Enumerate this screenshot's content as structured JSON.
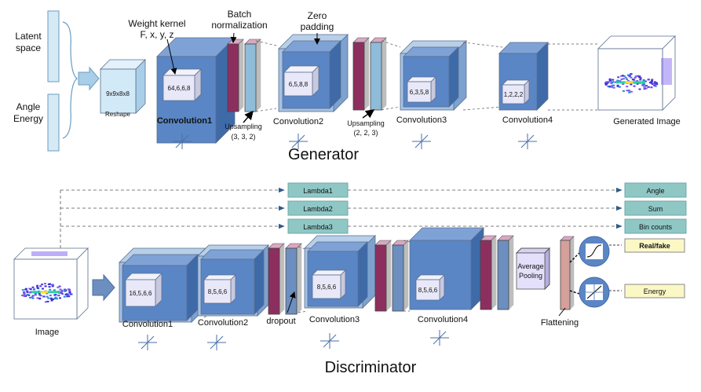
{
  "generator": {
    "title": "Generator",
    "inputs": [
      "Latent space",
      "Angle Energy"
    ],
    "reshape_size": "9x9x8x8",
    "reshape_label": "Reshape",
    "weight_kernel_label": "Weight kernel F, x, y, z",
    "batch_norm_label": "Batch normalization",
    "zero_padding_label": "Zero padding",
    "conv_layers": [
      {
        "name": "Convolution1",
        "kernel": "64,6,6,8"
      },
      {
        "name": "Convolution2",
        "kernel": "6,5,8,8"
      },
      {
        "name": "Convolution3",
        "kernel": "6,3,5,8"
      },
      {
        "name": "Convolution4",
        "kernel": "1,2,2,2"
      }
    ],
    "upsampling": [
      {
        "label": "Upsampling",
        "size": "(3, 3, 2)"
      },
      {
        "label": "Upsampling",
        "size": "(2, 2, 3)"
      }
    ],
    "output_label": "Generated Image"
  },
  "discriminator": {
    "title": "Discriminator",
    "input_label": "Image",
    "conv_layers": [
      {
        "name": "Convolution1",
        "kernel": "16,5,6,6"
      },
      {
        "name": "Convolution2",
        "kernel": "8,5,6,6"
      },
      {
        "name": "Convolution3",
        "kernel": "8,5,6,6"
      },
      {
        "name": "Convolution4",
        "kernel": "8,5,6,6"
      }
    ],
    "dropout_label": "dropout",
    "avg_pool_label": "Average Pooling",
    "flatten_label": "Flattening",
    "lambdas": [
      "Lambda1",
      "Lambda2",
      "Lambda3"
    ],
    "lambda_outputs": [
      "Angle",
      "Sum",
      "Bin counts"
    ],
    "outputs": [
      "Real/fake",
      "Energy"
    ]
  },
  "colors": {
    "conv_face": "#5b86c5",
    "conv_top": "#7fa2d6",
    "conv_side": "#3e6aa8",
    "batchnorm": "#8c2f5f",
    "upsample": "#8fbcd8",
    "lambda_box": "#8fc7c5",
    "output_box": "#fbf8c6",
    "kernel_box": "#e8e8f8",
    "arrow": "#2f5b8a"
  }
}
